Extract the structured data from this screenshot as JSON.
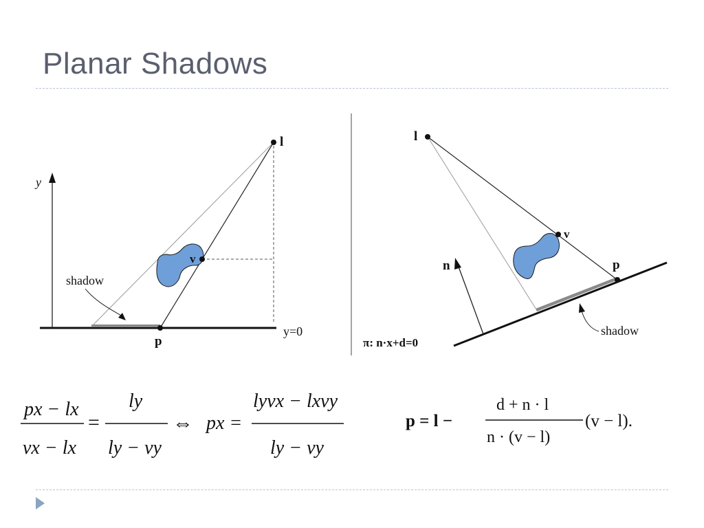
{
  "slide": {
    "title": "Planar Shadows",
    "colors": {
      "title": "#5a5f6e",
      "rule": "#b9c3cf",
      "bullet": "#8aa5c0",
      "occluder": "#6f9fd8"
    }
  },
  "left_diagram": {
    "y_axis": "y",
    "light": "l",
    "vertex": "v",
    "projected": "p",
    "shadow_label": "shadow",
    "ground_eq": "y=0"
  },
  "right_diagram": {
    "light": "l",
    "vertex": "v",
    "projected": "p",
    "normal": "n",
    "shadow_label": "shadow",
    "plane_eq": "π: n·x+d=0"
  },
  "equations": {
    "left": {
      "frac1_num": "px − lx",
      "frac1_den": "vx − lx",
      "frac2_num": "ly",
      "frac2_den": "ly − vy",
      "iff": "⇔",
      "lhs2": "px =",
      "frac3_num": "lyvx − lxvy",
      "frac3_den": "ly − vy"
    },
    "right": {
      "lhs": "p = l −",
      "num": "d + n · l",
      "den": "n · (v − l)",
      "tail": "(v − l)."
    }
  }
}
